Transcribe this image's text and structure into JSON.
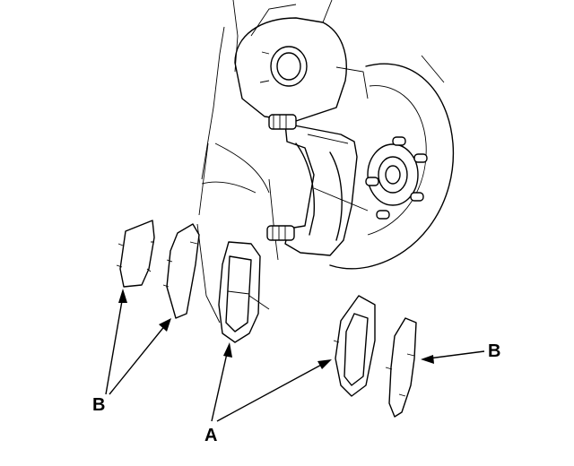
{
  "callouts": {
    "label_a": "A",
    "label_b_left": "B",
    "label_b_right": "B"
  }
}
